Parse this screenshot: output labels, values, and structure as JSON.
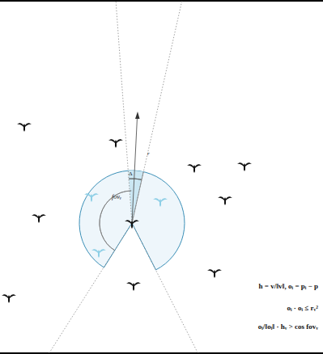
{
  "diagram": {
    "labels": [
      "fovᵥ",
      "Δ",
      "r",
      "h = v/‖v‖,   oᵢ = pᵢ − p",
      "oᵢ · oᵢ ≤ rᵥ²",
      "oᵢ/‖oᵢ‖ · hᵥ > cos fovᵥ"
    ]
  }
}
